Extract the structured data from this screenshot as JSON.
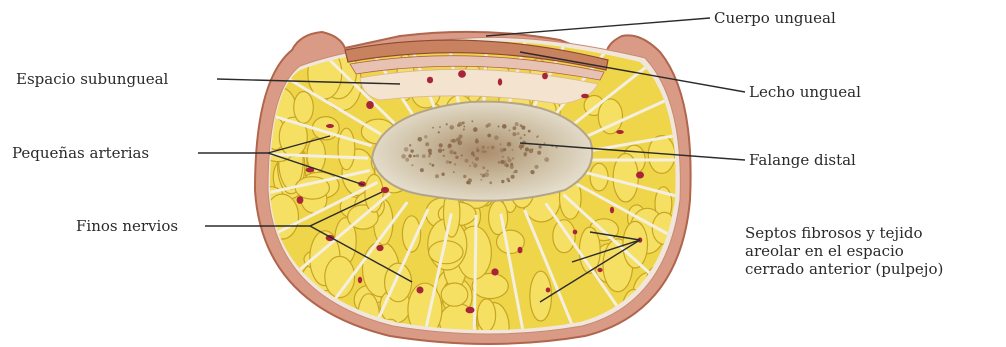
{
  "labels": {
    "cuerpo_ungueal": "Cuerpo ungueal",
    "espacio_subungueal": "Espacio subungueal",
    "lecho_ungueal": "Lecho ungueal",
    "pequenas_arterias": "Pequeñas arterias",
    "falange_distal": "Falange distal",
    "finos_nervios": "Finos nervios",
    "septos_line1": "Septos fibrosos y tejido",
    "septos_line2": "areolar en el espacio",
    "septos_line3": "cerrado anterior (pulpejo)"
  },
  "colors": {
    "skin": "#d99a86",
    "skin_edge": "#b0654c",
    "fat": "#f2dc4a",
    "fat_edge": "#c7a523",
    "bone": "#e3dccb",
    "marrow": "#9c7a5a",
    "vessel": "#a8243a",
    "leader": "#2b2b2b"
  }
}
